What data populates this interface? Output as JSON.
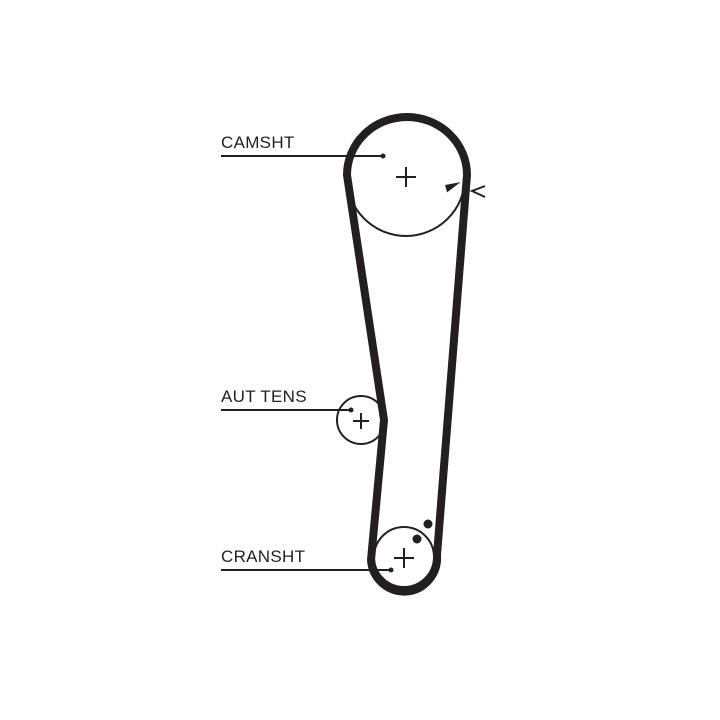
{
  "diagram": {
    "type": "timing-belt-routing",
    "colors": {
      "stroke": "#231f20",
      "background": "#ffffff"
    },
    "labels": {
      "camshaft": "CAMSHT",
      "tensioner": "AUT TENS",
      "crankshaft": "CRANSHT"
    },
    "components": [
      {
        "id": "camshaft",
        "label": "CAMSHT",
        "center_mark": "+",
        "timing_mark": "triangle-arrow"
      },
      {
        "id": "tensioner",
        "label": "AUT TENS",
        "center_mark": "+"
      },
      {
        "id": "crankshaft",
        "label": "CRANSHT",
        "center_mark": "+",
        "timing_mark": "two-dots"
      }
    ],
    "direction_indicator": "<"
  }
}
